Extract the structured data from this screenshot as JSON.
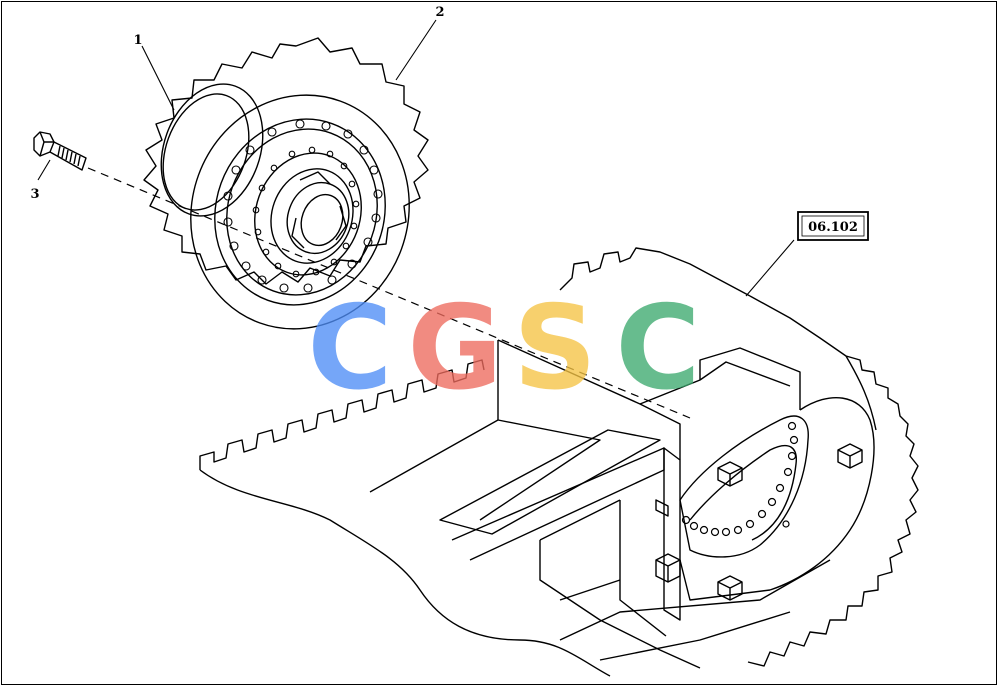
{
  "callouts": [
    {
      "id": "1",
      "label": "1"
    },
    {
      "id": "2",
      "label": "2"
    },
    {
      "id": "3",
      "label": "3"
    }
  ],
  "reference": {
    "label": "06.102"
  },
  "watermark": {
    "letters": [
      "C",
      "G",
      "S",
      "C"
    ],
    "colors": [
      "#4f8ef7",
      "#ee6b5e",
      "#f6c445",
      "#3daa6f"
    ]
  }
}
